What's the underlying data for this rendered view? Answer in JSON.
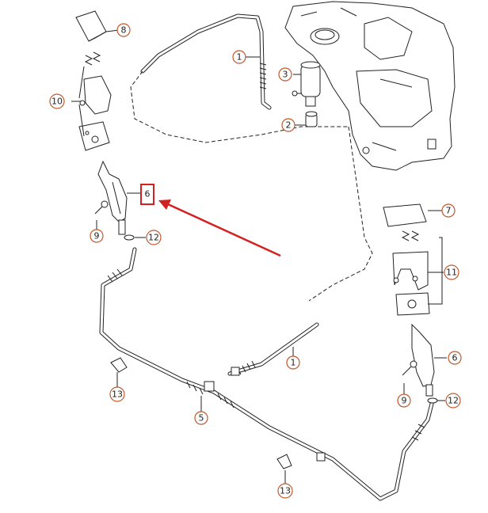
{
  "callouts": {
    "c1a": "1",
    "c2": "2",
    "c3": "3",
    "c5": "5",
    "c6a": "6",
    "c6b": "6",
    "c7": "7",
    "c8": "8",
    "c9a": "9",
    "c9b": "9",
    "c10": "10",
    "c11": "11",
    "c12a": "12",
    "c12b": "12",
    "c13a": "13",
    "c13b": "13",
    "c1b": "1"
  },
  "colors": {
    "highlight_box": "#d42020",
    "highlight_arrow": "#d42020",
    "callout_ring": "#c2572a",
    "line_art": "#222222"
  },
  "highlight": {
    "target_callout": "6"
  }
}
